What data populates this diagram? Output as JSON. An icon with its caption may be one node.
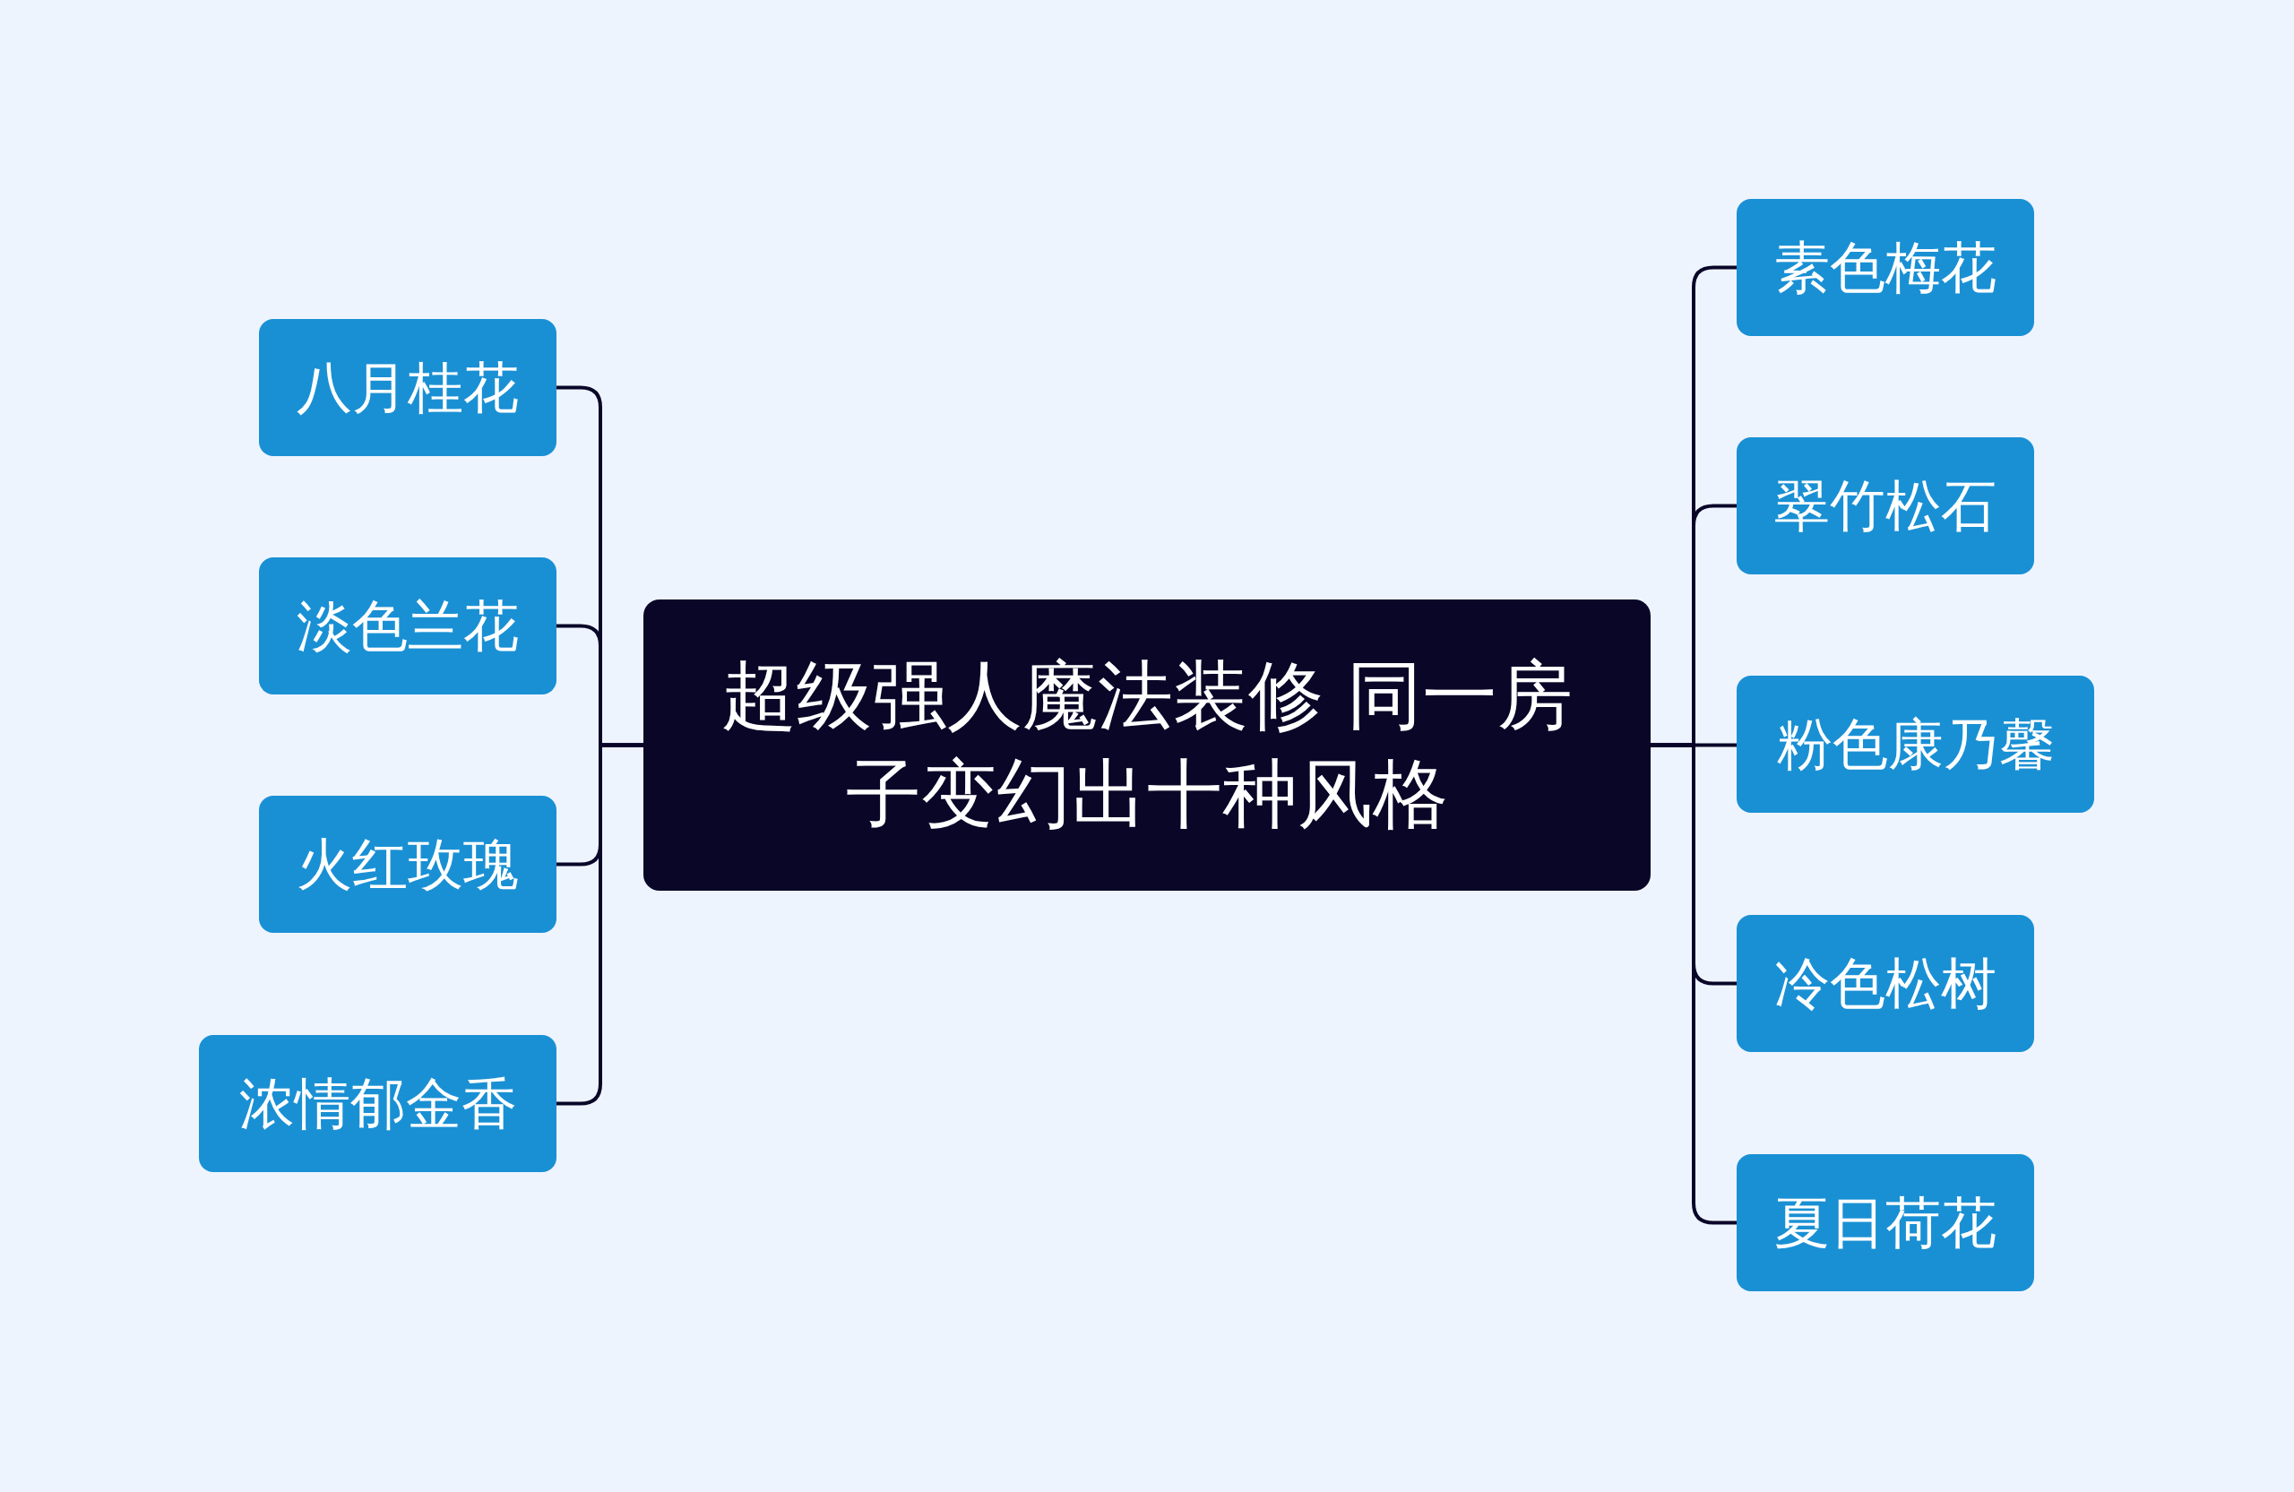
{
  "diagram": {
    "nodes": [
      {
        "text": [
          "超级强人魔法装修 同一房子变幻出十种风格"
        ]
      },
      {
        "text": [
          "八月桂花"
        ]
      },
      {
        "text": [
          "淡色兰花"
        ]
      },
      {
        "text": [
          "火红玫瑰"
        ]
      },
      {
        "text": [
          "浓情郁金香"
        ]
      },
      {
        "text": [
          "素色梅花"
        ]
      },
      {
        "text": [
          "翠竹松石"
        ]
      },
      {
        "text": [
          "粉色康乃馨"
        ]
      },
      {
        "text": [
          "冷色松树"
        ]
      },
      {
        "text": [
          "夏日荷花"
        ]
      }
    ],
    "edges": [
      {
        "from": 0,
        "to": 1,
        "arrow": "none"
      },
      {
        "from": 0,
        "to": 2,
        "arrow": "none"
      },
      {
        "from": 0,
        "to": 3,
        "arrow": "none"
      },
      {
        "from": 0,
        "to": 4,
        "arrow": "none"
      },
      {
        "from": 0,
        "to": 5,
        "arrow": "none"
      },
      {
        "from": 0,
        "to": 6,
        "arrow": "none"
      },
      {
        "from": 0,
        "to": 7,
        "arrow": "none"
      },
      {
        "from": 0,
        "to": 8,
        "arrow": "none"
      },
      {
        "from": 0,
        "to": 9,
        "arrow": "none"
      }
    ]
  }
}
